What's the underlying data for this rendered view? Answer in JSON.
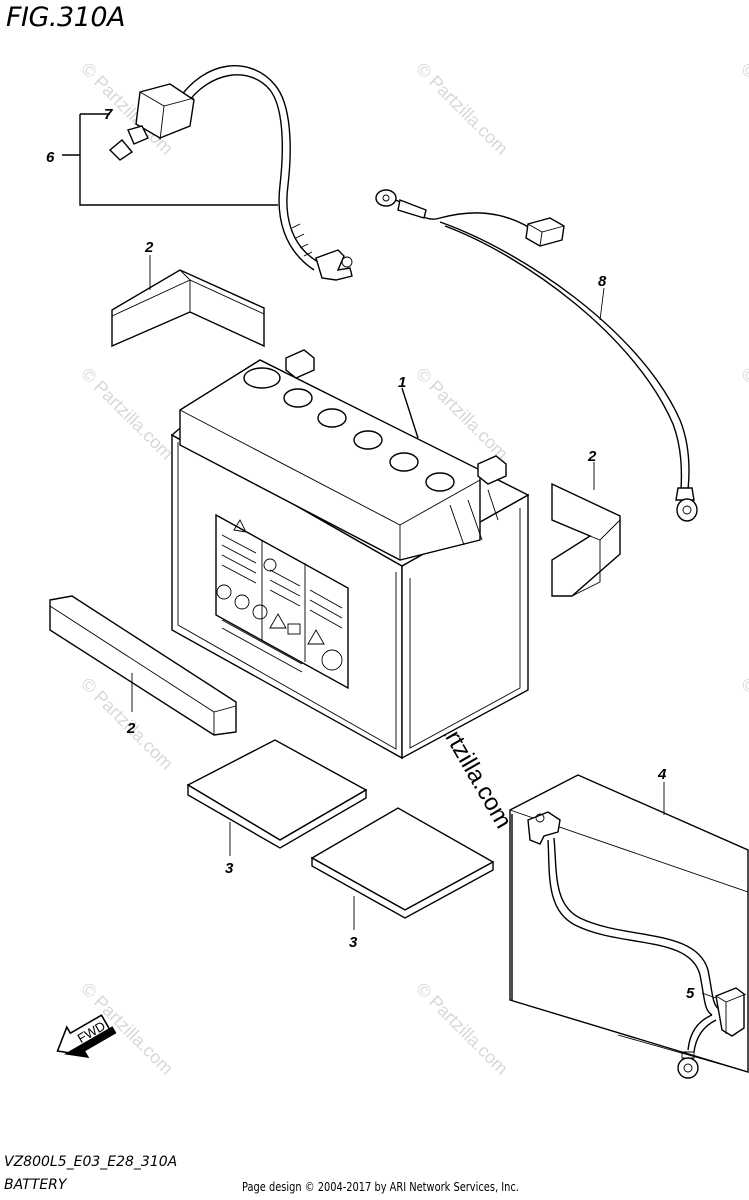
{
  "figure": {
    "title": "FIG.310A",
    "model_code": "VZ800L5_E03_E28_310A",
    "group_name": "BATTERY",
    "credit": "Page design © 2004-2017 by ARI Network Services, Inc."
  },
  "watermark": {
    "small_text": "© Partzilla.com",
    "large_text": "© Partzilla.com"
  },
  "direction_badge": {
    "label": "FWD"
  },
  "parts": [
    {
      "ref": "1",
      "desc": "battery"
    },
    {
      "ref": "2",
      "desc": "battery spacer (upper left)"
    },
    {
      "ref": "2",
      "desc": "battery spacer (right)"
    },
    {
      "ref": "2",
      "desc": "battery spacer (lower left)"
    },
    {
      "ref": "3",
      "desc": "pad"
    },
    {
      "ref": "3",
      "desc": "pad"
    },
    {
      "ref": "4",
      "desc": "battery case"
    },
    {
      "ref": "5",
      "desc": "minus cable"
    },
    {
      "ref": "6",
      "desc": "plus cable"
    },
    {
      "ref": "7",
      "desc": "terminal cap"
    },
    {
      "ref": "8",
      "desc": "battery lead wire"
    }
  ]
}
